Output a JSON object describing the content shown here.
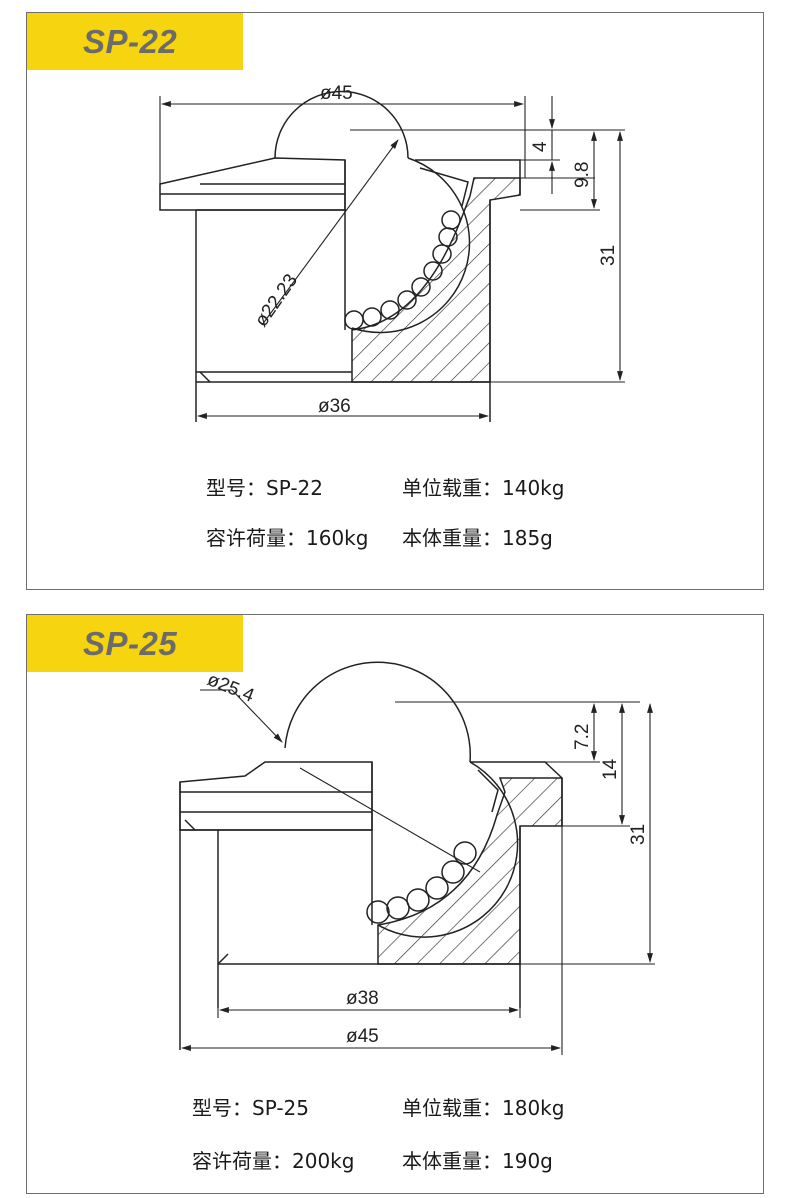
{
  "products": [
    {
      "title": "SP-22",
      "dims": {
        "outer_dia": "ø45",
        "base_dia": "ø36",
        "ball_dia": "ø22.23",
        "top_gap": "4",
        "protrusion": "9.8",
        "height": "31"
      },
      "specs": {
        "model_label": "型号：",
        "model_value": "SP-22",
        "unit_load_label": "单位载重：",
        "unit_load_value": "140kg",
        "allow_load_label": "容许荷量：",
        "allow_load_value": "160kg",
        "weight_label": "本体重量：",
        "weight_value": "185g"
      }
    },
    {
      "title": "SP-25",
      "dims": {
        "ball_dia": "ø25.4",
        "protrusion": "7.2",
        "flange": "14",
        "height": "31",
        "base_dia": "ø38",
        "outer_dia": "ø45"
      },
      "specs": {
        "model_label": "型号：",
        "model_value": "SP-25",
        "unit_load_label": "单位载重：",
        "unit_load_value": "180kg",
        "allow_load_label": "容许荷量：",
        "allow_load_value": "200kg",
        "weight_label": "本体重量：",
        "weight_value": "190g"
      }
    }
  ]
}
